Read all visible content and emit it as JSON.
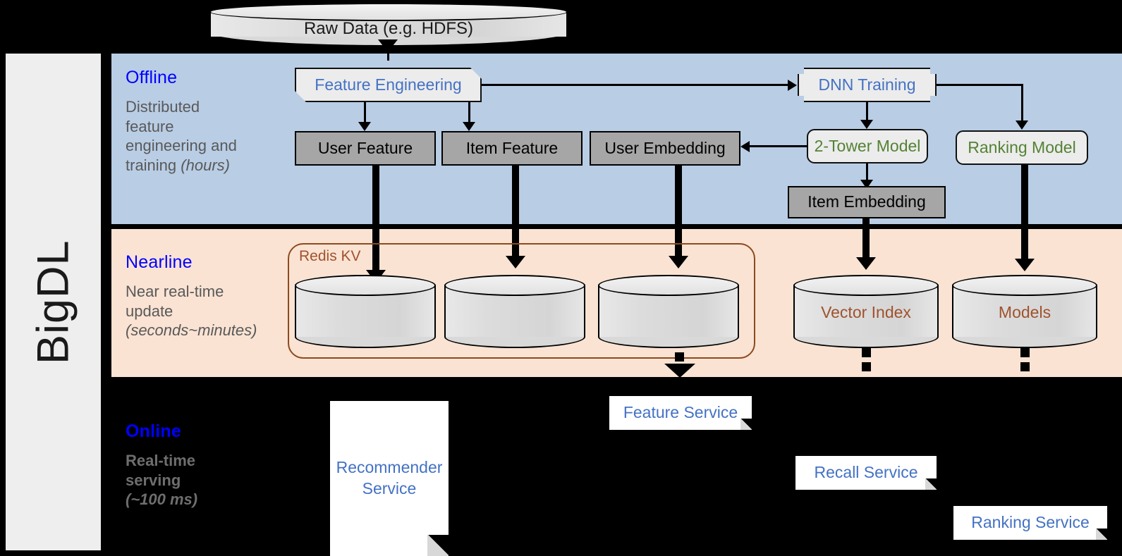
{
  "diagram": {
    "framework_label": "BigDL",
    "colors": {
      "offline_band": "#b9cde5",
      "nearline_band": "#fae3d3",
      "online_band": "#000000",
      "band_title": "#0000ff",
      "band_subtitle": "#595959",
      "process_blue_text": "#4472c4",
      "process_green_text": "#548235",
      "storage_grey": "#a6a6a6",
      "redis_brown": "#a0522d",
      "rail_grey": "#eeeeee"
    },
    "source": {
      "label": "Raw Data (e.g. HDFS)"
    },
    "bands": [
      {
        "key": "offline",
        "title": "Offline",
        "subtitle_lines": [
          "Distributed",
          "feature",
          "engineering and",
          "training "
        ],
        "subtitle_italic": "(hours)"
      },
      {
        "key": "nearline",
        "title": "Nearline",
        "subtitle_lines": [
          "Near real-time",
          "update"
        ],
        "subtitle_italic": "(seconds~minutes)"
      },
      {
        "key": "online",
        "title": "Online",
        "subtitle_lines": [
          "Real-time",
          "serving"
        ],
        "subtitle_italic": "(~100 ms)"
      }
    ],
    "offline_nodes": {
      "feature_engineering": "Feature Engineering",
      "dnn_training": "DNN Training",
      "user_feature": "User Feature",
      "item_feature": "Item Feature",
      "user_embedding": "User Embedding",
      "two_tower_model": "2-Tower Model",
      "ranking_model": "Ranking Model",
      "item_embedding": "Item Embedding"
    },
    "nearline_nodes": {
      "redis_group_label": "Redis KV",
      "store_user_feature": "",
      "store_item_feature": "",
      "store_user_embedding": "",
      "vector_index": "Vector Index",
      "models": "Models"
    },
    "online_nodes": {
      "recommender_service_line1": "Recommender",
      "recommender_service_line2": "Service",
      "feature_service": "Feature Service",
      "recall_service": "Recall Service",
      "ranking_service": "Ranking Service"
    }
  }
}
